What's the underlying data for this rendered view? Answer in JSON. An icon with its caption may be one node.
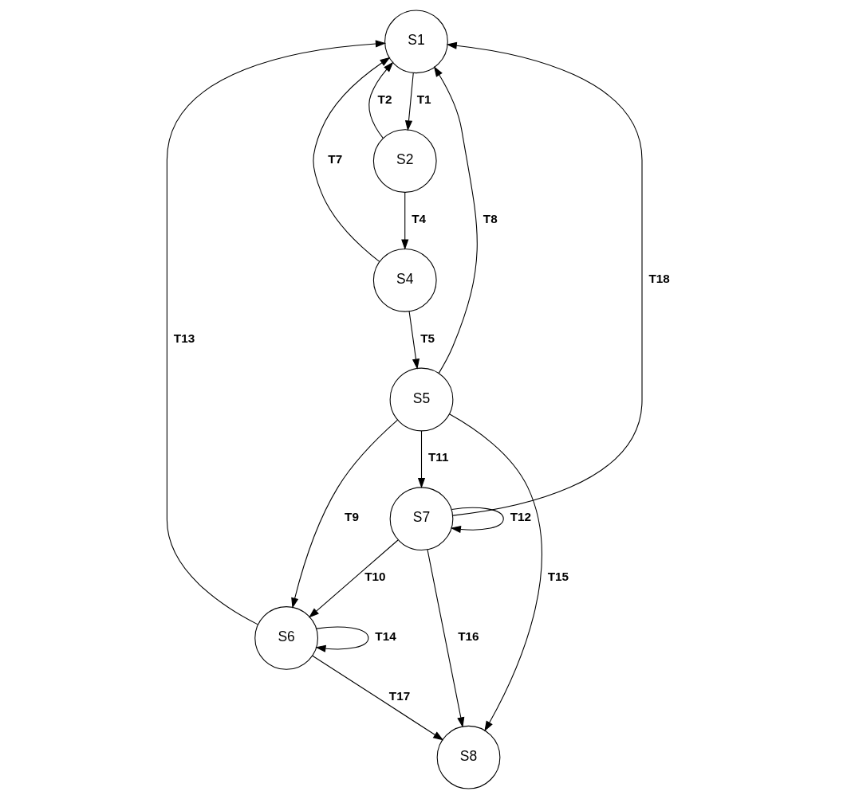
{
  "diagram": {
    "nodes": [
      {
        "text": [
          "S1"
        ]
      },
      {
        "text": [
          "S2"
        ]
      },
      {
        "text": [
          "S4"
        ]
      },
      {
        "text": [
          "S5"
        ]
      },
      {
        "text": [
          "S6"
        ]
      },
      {
        "text": [
          "S7"
        ]
      },
      {
        "text": [
          "S8"
        ]
      }
    ],
    "edges": [
      {
        "from": 0,
        "to": 1,
        "arrow": "to",
        "label": "T1"
      },
      {
        "from": 1,
        "to": 0,
        "arrow": "to",
        "label": "T2"
      },
      {
        "from": 1,
        "to": 2,
        "arrow": "to",
        "label": "T4"
      },
      {
        "from": 2,
        "to": 3,
        "arrow": "to",
        "label": "T5"
      },
      {
        "from": 2,
        "to": 0,
        "arrow": "to",
        "label": "T7"
      },
      {
        "from": 3,
        "to": 0,
        "arrow": "to",
        "label": "T8"
      },
      {
        "from": 3,
        "to": 4,
        "arrow": "to",
        "label": "T9"
      },
      {
        "from": 5,
        "to": 4,
        "arrow": "to",
        "label": "T10"
      },
      {
        "from": 3,
        "to": 5,
        "arrow": "to",
        "label": "T11"
      },
      {
        "from": 5,
        "to": 5,
        "arrow": "to",
        "label": "T12"
      },
      {
        "from": 4,
        "to": 0,
        "arrow": "to",
        "label": "T13"
      },
      {
        "from": 4,
        "to": 4,
        "arrow": "to",
        "label": "T14"
      },
      {
        "from": 3,
        "to": 6,
        "arrow": "to",
        "label": "T15"
      },
      {
        "from": 5,
        "to": 6,
        "arrow": "to",
        "label": "T16"
      },
      {
        "from": 4,
        "to": 6,
        "arrow": "to",
        "label": "T17"
      },
      {
        "from": 5,
        "to": 0,
        "arrow": "to",
        "label": "T18"
      }
    ]
  }
}
